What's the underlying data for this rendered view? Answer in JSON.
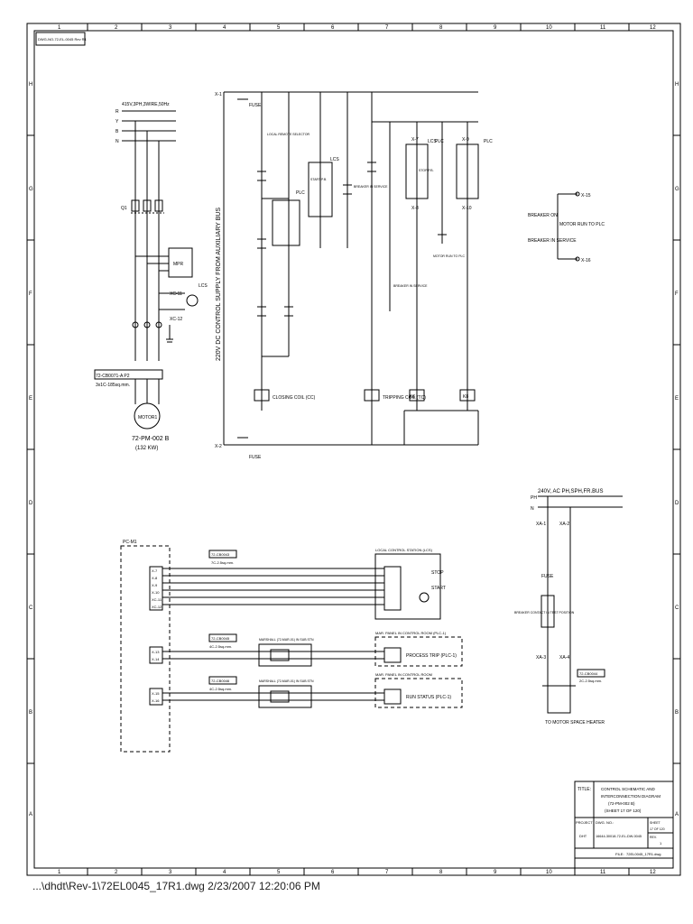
{
  "sheet": {
    "drawing_ref_top": "DWG-NO-72-EL-0045 Rev R1",
    "zone_columns": [
      "1",
      "2",
      "3",
      "4",
      "5",
      "6",
      "7",
      "8",
      "9",
      "10",
      "11",
      "12"
    ],
    "zone_rows": [
      "H",
      "G",
      "F",
      "E",
      "D",
      "C",
      "B",
      "A"
    ]
  },
  "power": {
    "supply": "415V,3PH,3WIRE,50Hz",
    "phases": [
      "R",
      "Y",
      "B",
      "N"
    ],
    "breaker": "Q1",
    "relay": "MPR",
    "cable": "72-CB0071-A P2",
    "cable_spec": "3x1C-185sq.mm.",
    "motor": "MOTOR1",
    "motor_tag": "72-PM-002 B",
    "motor_rating": "(132 KW)",
    "terminals": [
      "XC-11",
      "XC-12"
    ],
    "lcs": "LCS"
  },
  "dc_control": {
    "bus_label": "220V DC CONTROL SUPPLY FROM AUXILIARY BUS",
    "top_terminal": "X-1",
    "bottom_terminal": "X-2",
    "fuse_top": "FUSE",
    "fuse_bottom": "FUSE",
    "closing_coil": "CLOSING COIL (CC)",
    "tripping_coil": "TRIPPING COIL (TC)",
    "relays": [
      "K6",
      "K8"
    ],
    "plc_labels": [
      "PLC",
      "PLC",
      "PLC"
    ],
    "lcs_labels": [
      "LCS",
      "LCS"
    ],
    "contact_labels": [
      "LOCAL REMOTE SELECTOR",
      "STOP P.B.",
      "START P.B.",
      "BREAKER IN SERVICE",
      "MOTOR RUN TO PLC",
      "BREAKER IN SERVICE"
    ],
    "terminals": [
      "X-7",
      "X-8",
      "X-9",
      "X-10"
    ]
  },
  "breaker_status": {
    "label_top": "BREAKER ON",
    "label_mid": "MOTOR RUN TO PLC",
    "label_bottom": "BREAKER IN SERVICE",
    "terminals": [
      "X-15",
      "X-16"
    ]
  },
  "heater": {
    "supply": "240V, AC PH,SPH,FR.BUS",
    "ph": "PH",
    "n": "N",
    "terminals": [
      "XA-1",
      "XA-2",
      "XA-3",
      "XA-4"
    ],
    "fuse": "FUSE",
    "note": "BREAKER CONTACT IN TEST POSITION",
    "cable": "72-CB0044",
    "cable_spec": "2C-2.5sq.mm.",
    "heater_label": "TO MOTOR SPACE HEATER"
  },
  "interconnect": {
    "panel": "PC-M1",
    "panel_terminals": [
      "X-7",
      "X-8",
      "X-9",
      "X-10",
      "XC-11",
      "XC-12",
      "X-13",
      "X-14",
      "X-15",
      "X-16"
    ],
    "cable1": "72-CB0043",
    "cable1_spec": "7C-2.5sq.mm.",
    "cable2": "72-CB0045",
    "cable2_spec": "4C-2.5sq.mm.",
    "cable3": "72-CB0046",
    "cable3_spec": "4C-2.5sq.mm.",
    "marshal1": "MARSHALL (72-MAR-01) IN SUB STN",
    "marshal2": "MARSHALL (72-MAR-01) IN SUB STN",
    "lcs_box": "LOCAL CONTROL STATION (LCS)",
    "plc_room1": "MAR. PANEL IN CONTROL ROOM (PLC-1)",
    "plc_room2": "MAR. PANEL IN CONTROL ROOM",
    "stop": "STOP",
    "start": "START",
    "process_trip": "PROCESS TRIP (PLC-1)",
    "run_status": "RUN STATUS (PLC-1)"
  },
  "title_block": {
    "title_label": "TITLE:",
    "title_lines": [
      "CONTROL SCHEMATIC AND",
      "INTERCONNECTION DIAGRAM",
      "(72-PM-002 B)",
      "(SHEET 17 OF 120)"
    ],
    "project_label": "PROJECT",
    "project": "DHT",
    "dwg_label": "DWG. NO.:",
    "dwg_no": "16644-30018-72-EL-DW-0045",
    "sheet_label": "SHEET",
    "sheet": "17 OF 120",
    "rev_label": "REV.",
    "rev": "1",
    "file_label": "FILE:",
    "file": "72EL0045_17R1.dwg"
  },
  "footer": "...\\dhdt\\Rev-1\\72EL0045_17R1.dwg  2/23/2007 12:20:06 PM"
}
